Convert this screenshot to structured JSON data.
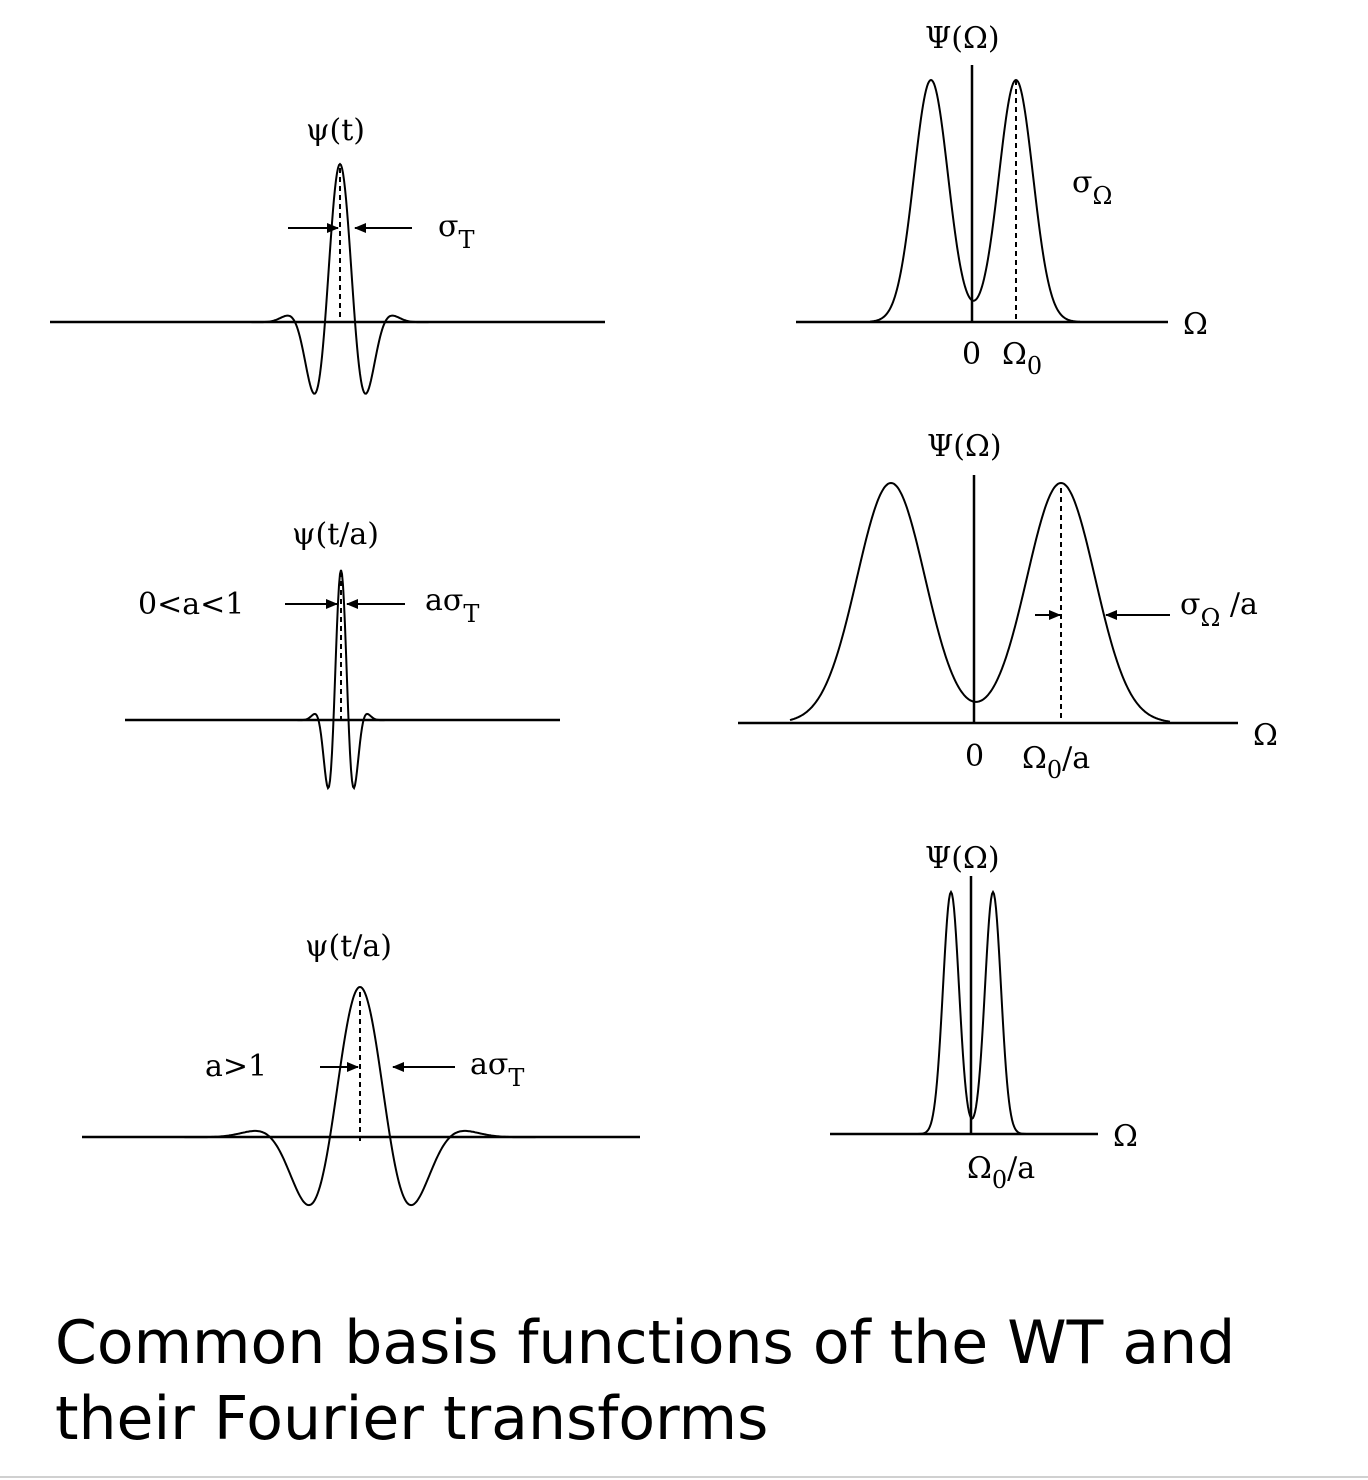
{
  "caption": {
    "line1": "Common basis functions of the WT and",
    "line2": "their Fourier transforms"
  },
  "time_panels": {
    "p1": {
      "title_sym": "ψ",
      "title_arg": "(t)",
      "width_sym": "σ",
      "width_sub": "T"
    },
    "p2": {
      "title_sym": "ψ",
      "title_arg": "(t/a)",
      "condition": "0<a<1",
      "width_pre": "a",
      "width_sym": "σ",
      "width_sub": "T"
    },
    "p3": {
      "title_sym": "ψ",
      "title_arg": "(t/a)",
      "condition": "a>1",
      "width_pre": "a",
      "width_sym": "σ",
      "width_sub": "T"
    }
  },
  "freq_panels": {
    "f1": {
      "title": "Ψ(Ω)",
      "axis": "Ω",
      "zero": "0",
      "peak_main": "Ω",
      "peak_sub": "0",
      "width_sym": "σ",
      "width_sub": "Ω"
    },
    "f2": {
      "title": "Ψ(Ω)",
      "axis": "Ω",
      "zero": "0",
      "peak_main": "Ω",
      "peak_sub": "0",
      "peak_tail": "/a",
      "width_sym": "σ",
      "width_sub": "Ω",
      "width_tail": " /a"
    },
    "f3": {
      "title": "Ψ(Ω)",
      "axis": "Ω",
      "peak_main": "Ω",
      "peak_sub": "0",
      "peak_tail": "/a"
    }
  }
}
